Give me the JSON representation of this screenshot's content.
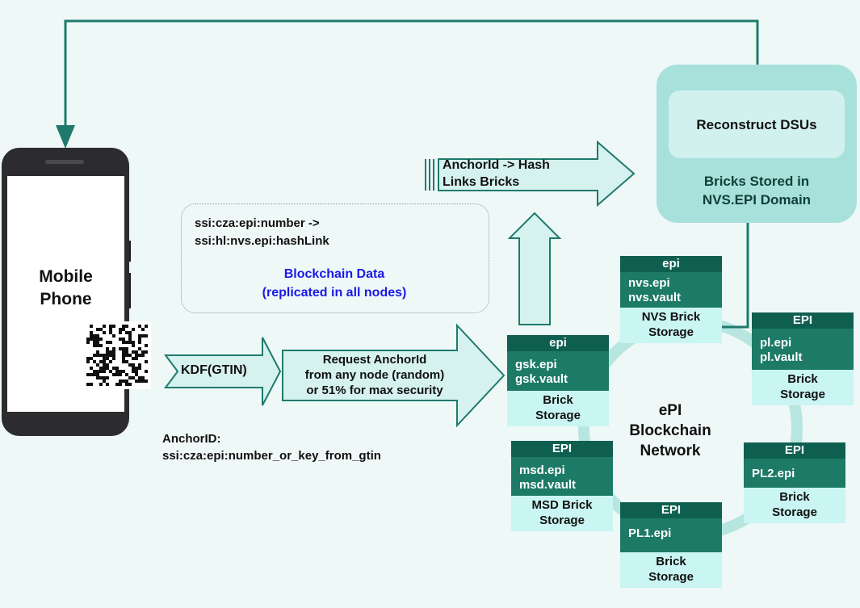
{
  "phone": {
    "label_line1": "Mobile",
    "label_line2": "Phone"
  },
  "kdf_label": "KDF(GTIN)",
  "request": {
    "line1": "Request AnchorId",
    "line2": "from  any node  (random)",
    "line3": "or 51% for max security"
  },
  "anchor_id": {
    "line1": "AnchorID:",
    "line2": "ssi:cza:epi:number_or_key_from_gtin"
  },
  "blockchain_box": {
    "line1": "ssi:cza:epi:number ->",
    "line2": "ssi:hl:nvs.epi:hashLink",
    "title_line1": "Blockchain Data",
    "title_line2": "(replicated in all nodes)",
    "title_color": "#1a1ae6"
  },
  "hash_arrow": {
    "line1": "AnchorId -> Hash",
    "line2": "Links Bricks"
  },
  "domain": {
    "reconstruct": "Reconstruct DSUs",
    "bricks_line1": "Bricks Stored in",
    "bricks_line2": "NVS.EPI Domain"
  },
  "network": {
    "line1": "ePI",
    "line2": "Blockchain",
    "line3": "Network"
  },
  "nodes": [
    {
      "header": "epi",
      "body": [
        "nvs.epi",
        "nvs.vault"
      ],
      "footer": [
        "NVS Brick",
        "Storage"
      ]
    },
    {
      "header": "EPI",
      "body": [
        "pl.epi",
        "pl.vault"
      ],
      "footer": [
        "Brick",
        "Storage"
      ]
    },
    {
      "header": "epi",
      "body": [
        "gsk.epi",
        "gsk.vault"
      ],
      "footer": [
        "Brick",
        "Storage"
      ]
    },
    {
      "header": "EPI",
      "body": [
        "PL2.epi"
      ],
      "footer": [
        "Brick",
        "Storage"
      ]
    },
    {
      "header": "EPI",
      "body": [
        "msd.epi",
        "msd.vault"
      ],
      "footer": [
        "MSD Brick",
        "Storage"
      ]
    },
    {
      "header": "EPI",
      "body": [
        "PL1.epi"
      ],
      "footer": [
        "Brick",
        "Storage"
      ]
    }
  ],
  "colors": {
    "connector": "#1f7a6c",
    "arrow_fill": "#d6f2ef",
    "arrow_stroke": "#1f7a6c",
    "ring": "#b7e5e0",
    "node_header": "#0f5f50",
    "node_body": "#1d7a66",
    "node_footer": "#c9f5f2"
  }
}
